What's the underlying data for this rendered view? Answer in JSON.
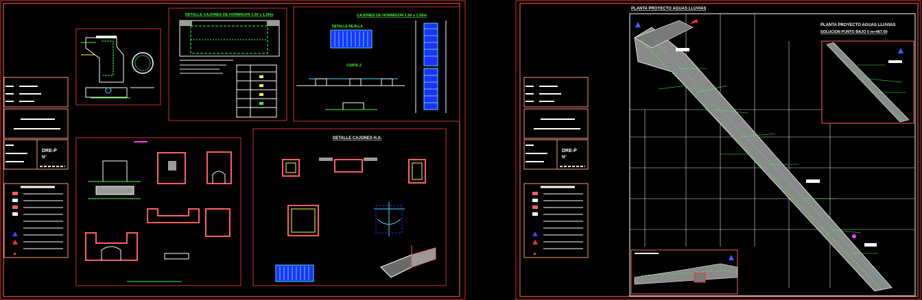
{
  "colors": {
    "background": "#000000",
    "frame": "#d03030",
    "sheet_border": "#ff9a7a",
    "line_white": "#e8e8e8",
    "line_green": "#40ff40",
    "line_cyan": "#40e0ff",
    "line_blue": "#2030ff",
    "line_yellow": "#ffff40",
    "line_magenta": "#ff40ff"
  },
  "sheet_left": {
    "title_detalle_cajones_hormigon": "DETALLE CAJONES DE HORMIGON 1.50 x 1.50m",
    "title_cajones_hormigon": "CAJONES DE HORMIGON 1.50 x 1.50m",
    "label_detalle_rejilla": "DETALLE REJILLA",
    "label_corte": "CORTE 2",
    "title_detalle_cajones_ha": "DETALLE CAJONES H.A.",
    "title_block_code": "DRE-P",
    "title_block_number": "N°"
  },
  "sheet_right": {
    "title_planta": "PLANTA PROYECTO AGUAS LLUVIAS",
    "title_planta_inset": "PLANTA PROYECTO AGUAS LLUVIAS",
    "subtitle_inset": "SOLUCION PUNTO BAJO 0 m+467.00",
    "title_block_code": "DRE-P",
    "title_block_number": "N°"
  }
}
